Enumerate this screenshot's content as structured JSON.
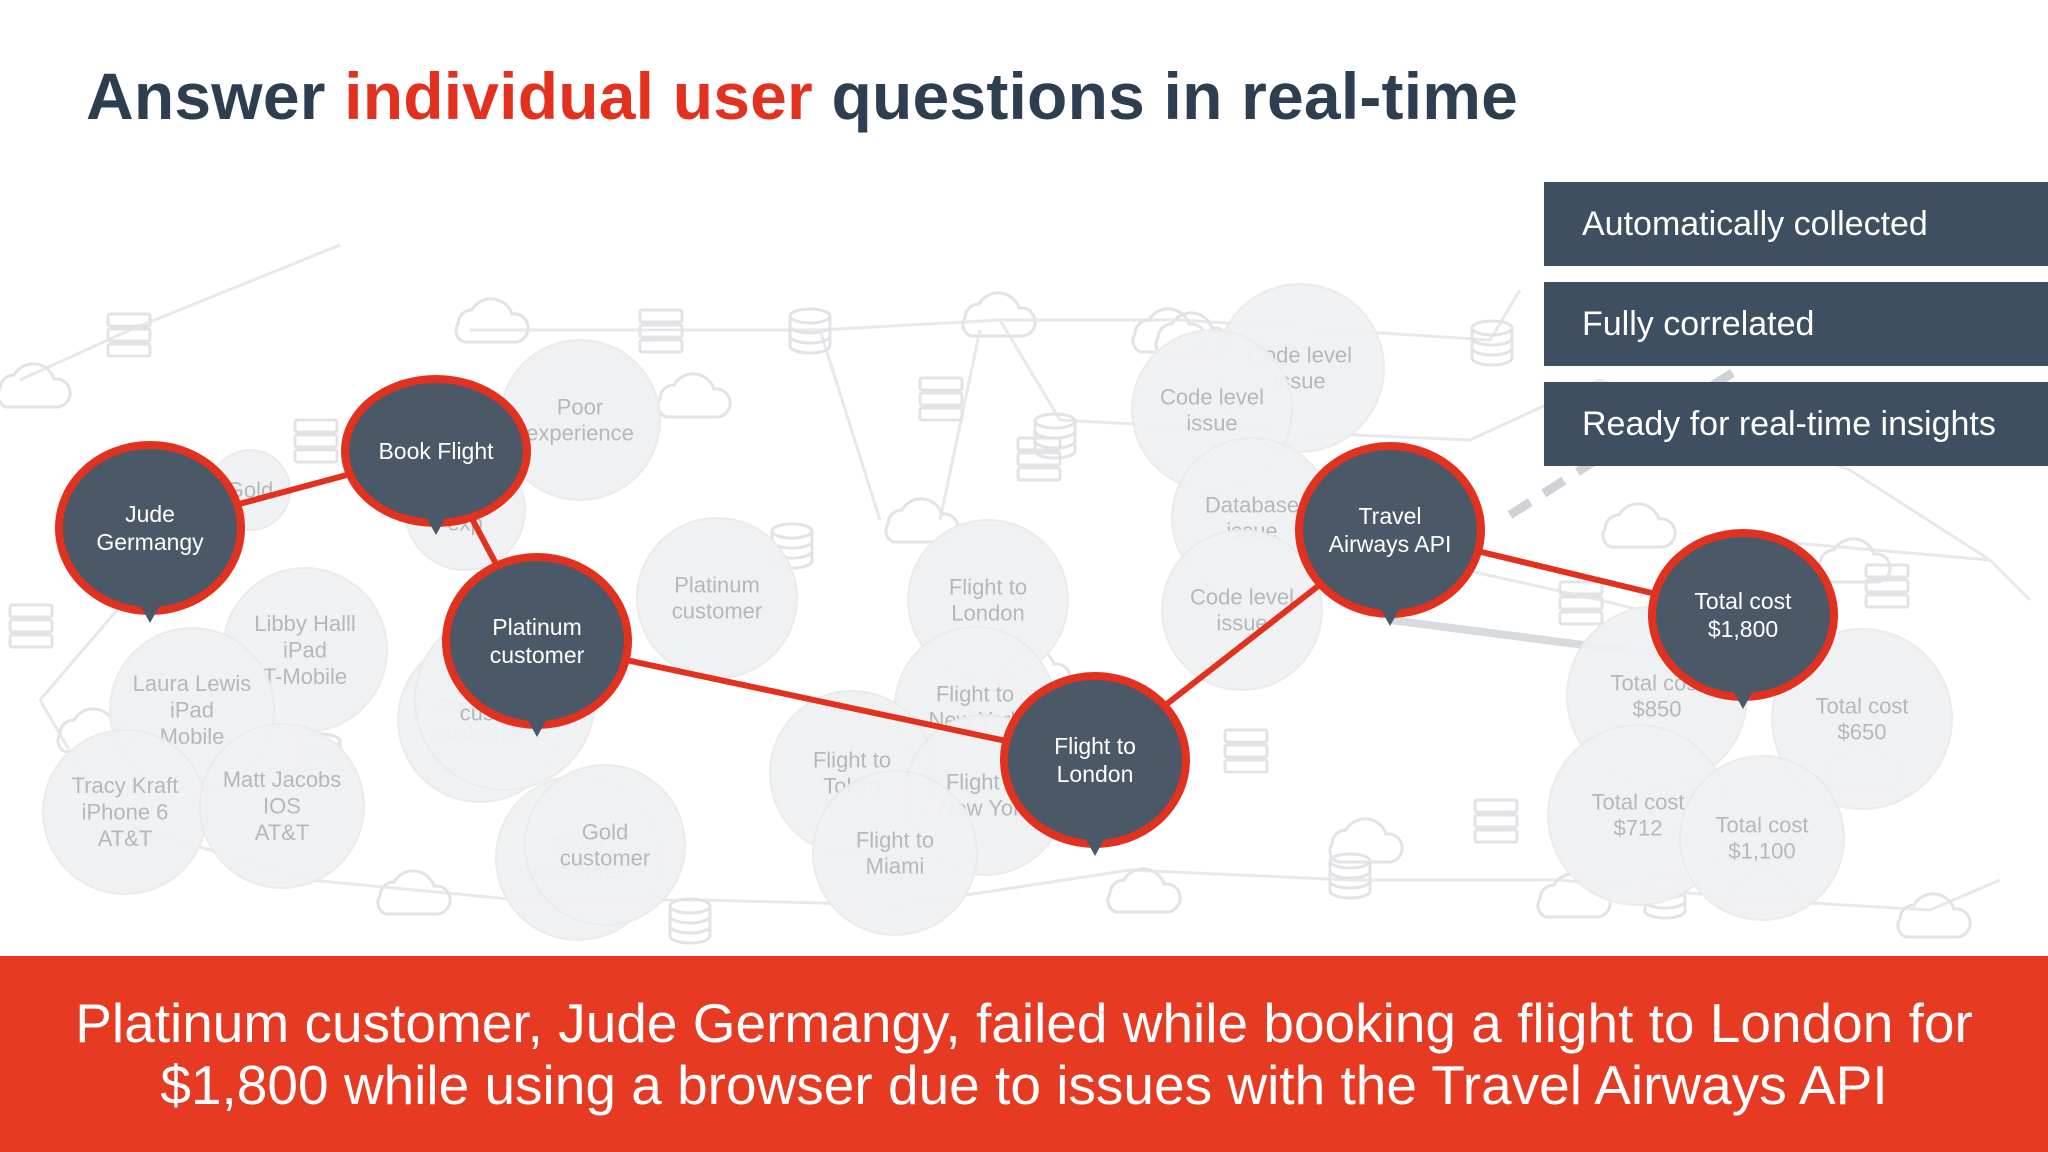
{
  "title": {
    "part1": "Answer",
    "highlight": "individual user",
    "part2": "questions in real-time"
  },
  "colors": {
    "title_dark": "#2c3e50",
    "accent_red": "#e2321f",
    "node_fill": "#4a5868",
    "panel_bg": "#3d4f60",
    "banner_bg": "#e63a22"
  },
  "panel_items": [
    "Automatically collected",
    "Fully correlated",
    "Ready for real-time insights"
  ],
  "active_nodes": [
    {
      "id": "jude",
      "lines": [
        "Jude",
        "Germangy"
      ]
    },
    {
      "id": "book",
      "lines": [
        "Book Flight"
      ]
    },
    {
      "id": "platinum",
      "lines": [
        "Platinum",
        "customer"
      ]
    },
    {
      "id": "london",
      "lines": [
        "Flight to",
        "London"
      ]
    },
    {
      "id": "api",
      "lines": [
        "Travel",
        "Airways API"
      ]
    },
    {
      "id": "total",
      "lines": [
        "Total cost",
        "$1,800"
      ]
    }
  ],
  "background_nodes": [
    {
      "lines": [
        "Gold"
      ]
    },
    {
      "lines": [
        "Poor",
        "experience"
      ]
    },
    {
      "lines": [
        "Good",
        "exp"
      ]
    },
    {
      "lines": [
        "Libby Halll",
        "iPad",
        "T-Mobile"
      ]
    },
    {
      "lines": [
        "Laura Lewis",
        "iPad",
        "Mobile"
      ]
    },
    {
      "lines": [
        "Tracy Kraft",
        "iPhone 6",
        "AT&T"
      ]
    },
    {
      "lines": [
        "Matt Jacobs",
        "IOS",
        "AT&T"
      ]
    },
    {
      "lines": [
        "Platinum",
        "customer"
      ]
    },
    {
      "lines": [
        "Platinum",
        "customer"
      ]
    },
    {
      "lines": [
        "Silver",
        "customer"
      ]
    },
    {
      "lines": [
        "Silver",
        "customer"
      ]
    },
    {
      "lines": [
        "Gold",
        "customer"
      ]
    },
    {
      "lines": [
        "Flight to",
        "London"
      ]
    },
    {
      "lines": [
        "Flight to",
        "New York"
      ]
    },
    {
      "lines": [
        "Flight to",
        "Tokyo"
      ]
    },
    {
      "lines": [
        "Flight to",
        "New York"
      ]
    },
    {
      "lines": [
        "Flight to",
        "Miami"
      ]
    },
    {
      "lines": [
        "Code level",
        "issue"
      ]
    },
    {
      "lines": [
        "Code level",
        "issue"
      ]
    },
    {
      "lines": [
        "Database",
        "issue"
      ]
    },
    {
      "lines": [
        "Code level",
        "issue"
      ]
    },
    {
      "lines": [
        "Total cost",
        "$850"
      ]
    },
    {
      "lines": [
        "Total cost",
        "$650"
      ]
    },
    {
      "lines": [
        "Total cost",
        "$712"
      ]
    },
    {
      "lines": [
        "Total cost",
        "$1,100"
      ]
    }
  ],
  "banner": {
    "line1": "Platinum customer, Jude Germangy, failed while booking a flight to London for",
    "line2": "$1,800 while using a browser due to issues with the Travel Airways API"
  }
}
